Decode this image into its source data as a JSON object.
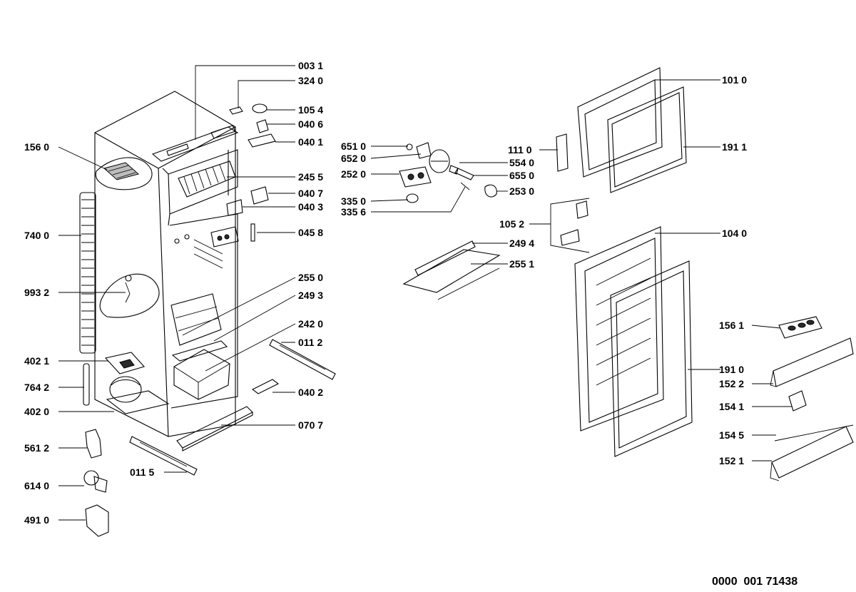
{
  "document_number": "0000  001 71438",
  "callouts": [
    "003 1",
    "324 0",
    "105 4",
    "040 6",
    "040 1",
    "156 0",
    "245 5",
    "040 7",
    "040 3",
    "740 0",
    "045 8",
    "255 0",
    "993 2",
    "249 3",
    "242 0",
    "011 2",
    "402 1",
    "764 2",
    "040 2",
    "402 0",
    "070 7",
    "561 2",
    "011 5",
    "614 0",
    "491 0",
    "651 0",
    "652 0",
    "252 0",
    "335 0",
    "335 6",
    "111 0",
    "554 0",
    "655 0",
    "253 0",
    "105 2",
    "249 4",
    "255 1",
    "101 0",
    "191 1",
    "104 0",
    "156 1",
    "191 0",
    "152 2",
    "154 1",
    "154 5",
    "152 1"
  ]
}
